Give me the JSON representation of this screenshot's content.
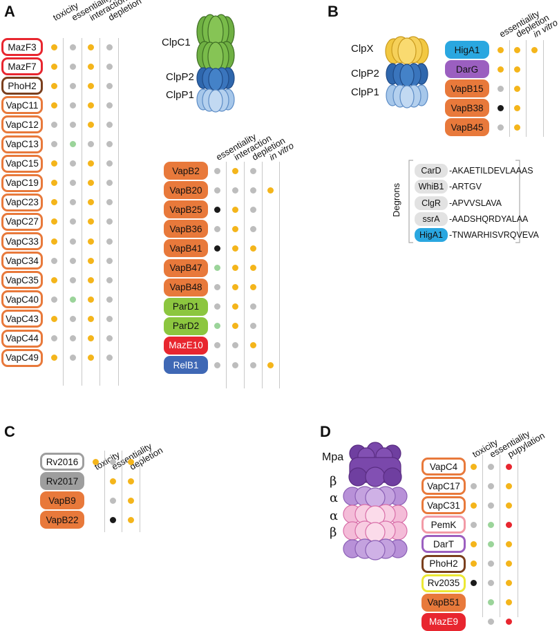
{
  "panel_labels": {
    "a": "A",
    "b": "B",
    "c": "C",
    "d": "D"
  },
  "colors": {
    "yellow": "#f4b51b",
    "grey": "#bdbdbd",
    "green": "#9bd49a",
    "black": "#1a1a1a",
    "red": "#e8262f",
    "orange": "#e8793b",
    "lime": "#8cc63f",
    "blue_relb": "#3f68b5",
    "sky": "#2aa7e0",
    "purple": "#9b5fc0",
    "lightgrey": "#e2e2e2",
    "brown": "#7a3f1d",
    "pink": "#f29aa6",
    "yellow_outline": "#ece833",
    "grey_outline": "#9e9e9e"
  },
  "panelA": {
    "headers": [
      "toxicity",
      "essentiality",
      "interaction",
      "depletion"
    ],
    "rows": [
      {
        "name": "MazF3",
        "outline": "red",
        "dots": [
          "yellow",
          "grey",
          "yellow",
          "grey"
        ]
      },
      {
        "name": "MazF7",
        "outline": "red",
        "dots": [
          "yellow",
          "grey",
          "yellow",
          "grey"
        ]
      },
      {
        "name": "PhoH2",
        "outline": "brown",
        "dots": [
          "yellow",
          "grey",
          "yellow",
          "grey"
        ]
      },
      {
        "name": "VapC11",
        "outline": "orange",
        "dots": [
          "yellow",
          "grey",
          "yellow",
          "grey"
        ]
      },
      {
        "name": "VapC12",
        "outline": "orange",
        "dots": [
          "grey",
          "grey",
          "yellow",
          "grey"
        ]
      },
      {
        "name": "VapC13",
        "outline": "orange",
        "dots": [
          "grey",
          "green",
          "grey",
          "grey"
        ]
      },
      {
        "name": "VapC15",
        "outline": "orange",
        "dots": [
          "yellow",
          "grey",
          "yellow",
          "grey"
        ]
      },
      {
        "name": "VapC19",
        "outline": "orange",
        "dots": [
          "yellow",
          "grey",
          "yellow",
          "grey"
        ]
      },
      {
        "name": "VapC23",
        "outline": "orange",
        "dots": [
          "yellow",
          "grey",
          "yellow",
          "grey"
        ]
      },
      {
        "name": "VapC27",
        "outline": "orange",
        "dots": [
          "yellow",
          "grey",
          "yellow",
          "grey"
        ]
      },
      {
        "name": "VapC33",
        "outline": "orange",
        "dots": [
          "yellow",
          "grey",
          "yellow",
          "grey"
        ]
      },
      {
        "name": "VapC34",
        "outline": "orange",
        "dots": [
          "grey",
          "grey",
          "yellow",
          "grey"
        ]
      },
      {
        "name": "VapC35",
        "outline": "orange",
        "dots": [
          "yellow",
          "grey",
          "yellow",
          "grey"
        ]
      },
      {
        "name": "VapC40",
        "outline": "orange",
        "dots": [
          "grey",
          "green",
          "yellow",
          "grey"
        ]
      },
      {
        "name": "VapC43",
        "outline": "orange",
        "dots": [
          "yellow",
          "grey",
          "yellow",
          "grey"
        ]
      },
      {
        "name": "VapC44",
        "outline": "orange",
        "dots": [
          "grey",
          "grey",
          "yellow",
          "grey"
        ]
      },
      {
        "name": "VapC49",
        "outline": "orange",
        "dots": [
          "yellow",
          "grey",
          "yellow",
          "grey"
        ]
      }
    ],
    "clp_labels": [
      "ClpC1",
      "ClpP2",
      "ClpP1"
    ],
    "headers2": [
      "essentiality",
      "interaction",
      "depletion",
      "in vitro"
    ],
    "rows2": [
      {
        "name": "VapB2",
        "fill": "orange",
        "dots": [
          "grey",
          "yellow",
          "grey",
          ""
        ]
      },
      {
        "name": "VapB20",
        "fill": "orange",
        "dots": [
          "grey",
          "grey",
          "grey",
          "yellow"
        ]
      },
      {
        "name": "VapB25",
        "fill": "orange",
        "dots": [
          "black",
          "yellow",
          "grey",
          ""
        ]
      },
      {
        "name": "VapB36",
        "fill": "orange",
        "dots": [
          "grey",
          "yellow",
          "grey",
          ""
        ]
      },
      {
        "name": "VapB41",
        "fill": "orange",
        "dots": [
          "black",
          "yellow",
          "yellow",
          ""
        ]
      },
      {
        "name": "VapB47",
        "fill": "orange",
        "dots": [
          "green",
          "yellow",
          "yellow",
          ""
        ]
      },
      {
        "name": "VapB48",
        "fill": "orange",
        "dots": [
          "grey",
          "yellow",
          "yellow",
          ""
        ]
      },
      {
        "name": "ParD1",
        "fill": "lime",
        "dots": [
          "grey",
          "yellow",
          "grey",
          ""
        ]
      },
      {
        "name": "ParD2",
        "fill": "lime",
        "dots": [
          "green",
          "yellow",
          "grey",
          ""
        ]
      },
      {
        "name": "MazE10",
        "fill": "red",
        "dots": [
          "grey",
          "grey",
          "yellow",
          ""
        ]
      },
      {
        "name": "RelB1",
        "fill": "blue_relb",
        "dots": [
          "grey",
          "grey",
          "grey",
          "yellow"
        ]
      }
    ]
  },
  "panelB": {
    "clp_labels": [
      "ClpX",
      "ClpP2",
      "ClpP1"
    ],
    "headers": [
      "essentiality",
      "depletion",
      "in vitro"
    ],
    "rows": [
      {
        "name": "HigA1",
        "fill": "sky",
        "dots": [
          "yellow",
          "yellow",
          "yellow"
        ]
      },
      {
        "name": "DarG",
        "fill": "purple",
        "dots": [
          "yellow",
          "yellow",
          ""
        ]
      },
      {
        "name": "VapB15",
        "fill": "orange",
        "dots": [
          "grey",
          "yellow",
          ""
        ]
      },
      {
        "name": "VapB38",
        "fill": "orange",
        "dots": [
          "black",
          "yellow",
          ""
        ]
      },
      {
        "name": "VapB45",
        "fill": "orange",
        "dots": [
          "grey",
          "yellow",
          ""
        ]
      }
    ],
    "degrons_title": "Degrons",
    "degrons": [
      {
        "name": "CarD",
        "fill": "lightgrey",
        "seq": "-AKAETILDEVLAAAS"
      },
      {
        "name": "WhiB1",
        "fill": "lightgrey",
        "seq": "-ARTGV"
      },
      {
        "name": "ClgR",
        "fill": "lightgrey",
        "seq": "-APVVSLAVA"
      },
      {
        "name": "ssrA",
        "fill": "lightgrey",
        "seq": "-AADSHQRDYALAA"
      },
      {
        "name": "HigA1",
        "fill": "sky",
        "seq": "-TNWARHISVRQVEVA"
      }
    ]
  },
  "panelC": {
    "headers": [
      "toxicity",
      "essentiality",
      "depletion"
    ],
    "rows": [
      {
        "name": "Rv2016",
        "style": "outline",
        "color": "grey_outline",
        "dots": [
          "yellow",
          "grey",
          "yellow"
        ]
      },
      {
        "name": "Rv2017",
        "style": "fill",
        "color": "grey_outline",
        "dots": [
          "",
          "yellow",
          "yellow"
        ]
      },
      {
        "name": "VapB9",
        "style": "fill",
        "color": "orange",
        "dots": [
          "",
          "grey",
          "yellow"
        ]
      },
      {
        "name": "VapB22",
        "style": "fill",
        "color": "orange",
        "dots": [
          "",
          "black",
          "yellow"
        ]
      }
    ]
  },
  "panelD": {
    "mpa_labels": [
      "Mpa",
      "β",
      "α",
      "α",
      "β"
    ],
    "headers": [
      "toxicity",
      "essentiality",
      "pupylation"
    ],
    "rows": [
      {
        "name": "VapC4",
        "style": "outline",
        "color": "orange",
        "dots": [
          "yellow",
          "grey",
          "red"
        ]
      },
      {
        "name": "VapC17",
        "style": "outline",
        "color": "orange",
        "dots": [
          "grey",
          "grey",
          "yellow"
        ]
      },
      {
        "name": "VapC31",
        "style": "outline",
        "color": "orange",
        "dots": [
          "yellow",
          "grey",
          "yellow"
        ]
      },
      {
        "name": "PemK",
        "style": "outline",
        "color": "pink",
        "dots": [
          "grey",
          "green",
          "red"
        ]
      },
      {
        "name": "DarT",
        "style": "outline",
        "color": "purple",
        "dots": [
          "yellow",
          "green",
          "yellow"
        ]
      },
      {
        "name": "PhoH2",
        "style": "outline",
        "color": "brown",
        "dots": [
          "yellow",
          "grey",
          "yellow"
        ]
      },
      {
        "name": "Rv2035",
        "style": "outline",
        "color": "yellow_outline",
        "dots": [
          "black",
          "grey",
          "yellow"
        ]
      },
      {
        "name": "VapB51",
        "style": "fill",
        "color": "orange",
        "dots": [
          "",
          "green",
          "yellow"
        ]
      },
      {
        "name": "MazE9",
        "style": "fill",
        "color": "red",
        "dots": [
          "",
          "grey",
          "red"
        ]
      }
    ]
  }
}
